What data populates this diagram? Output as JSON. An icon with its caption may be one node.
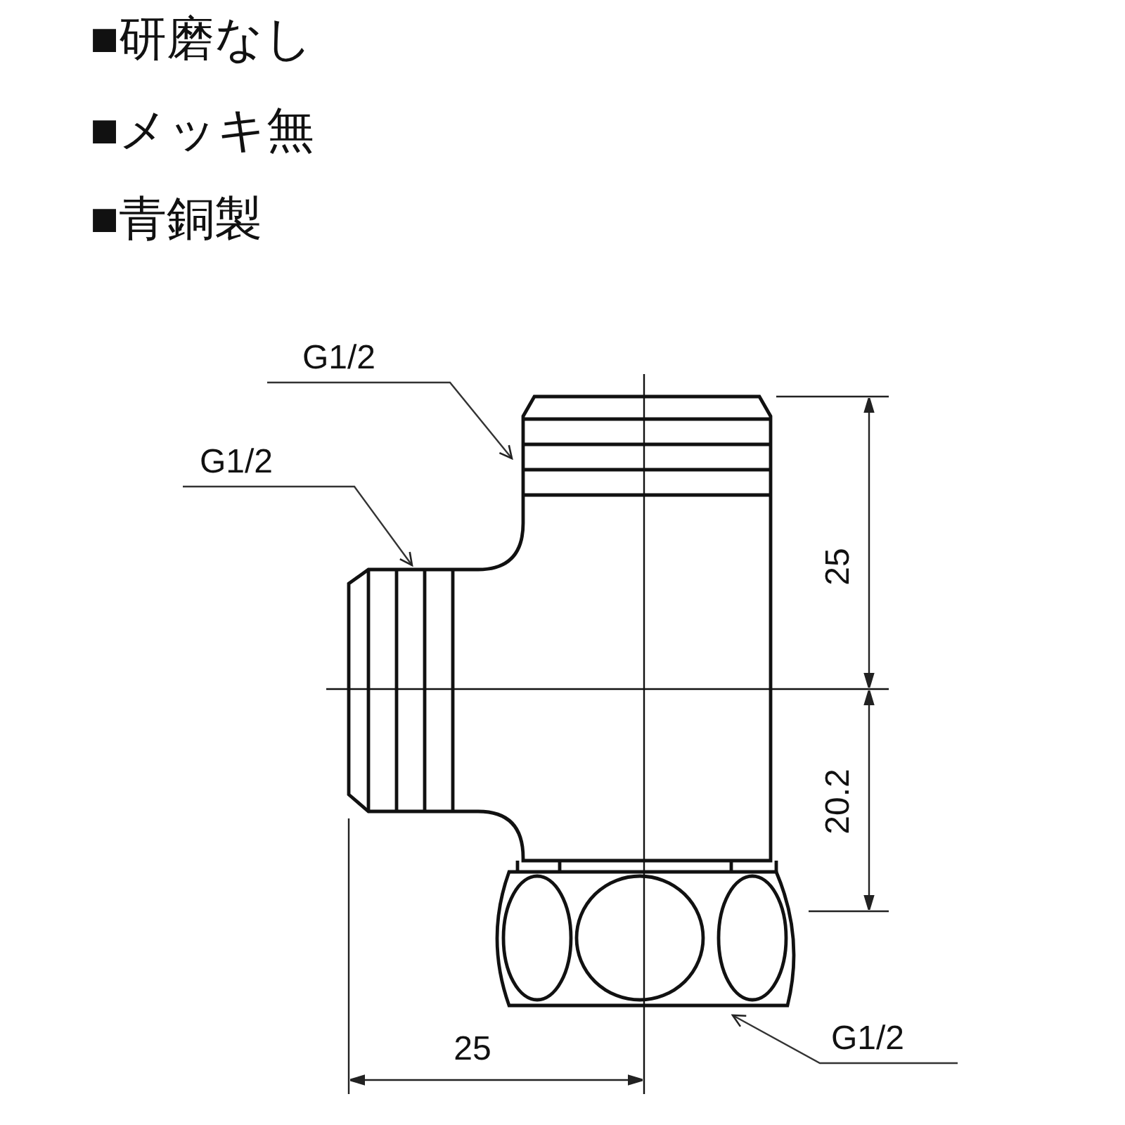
{
  "diagram": {
    "nodes": [
      {
        "text": [
          "G1/2"
        ]
      },
      {
        "text": [
          "G1/2"
        ]
      },
      {
        "text": [
          "G1/2"
        ]
      }
    ],
    "edges": [
      {
        "from": 0,
        "to": null,
        "arrow": "to"
      },
      {
        "from": 1,
        "to": null,
        "arrow": "to"
      },
      {
        "from": 2,
        "to": null,
        "arrow": "to"
      }
    ],
    "labels": [
      "■研磨なし",
      "■メッキ無",
      "■青銅製",
      "25",
      "20.2",
      "25"
    ]
  }
}
